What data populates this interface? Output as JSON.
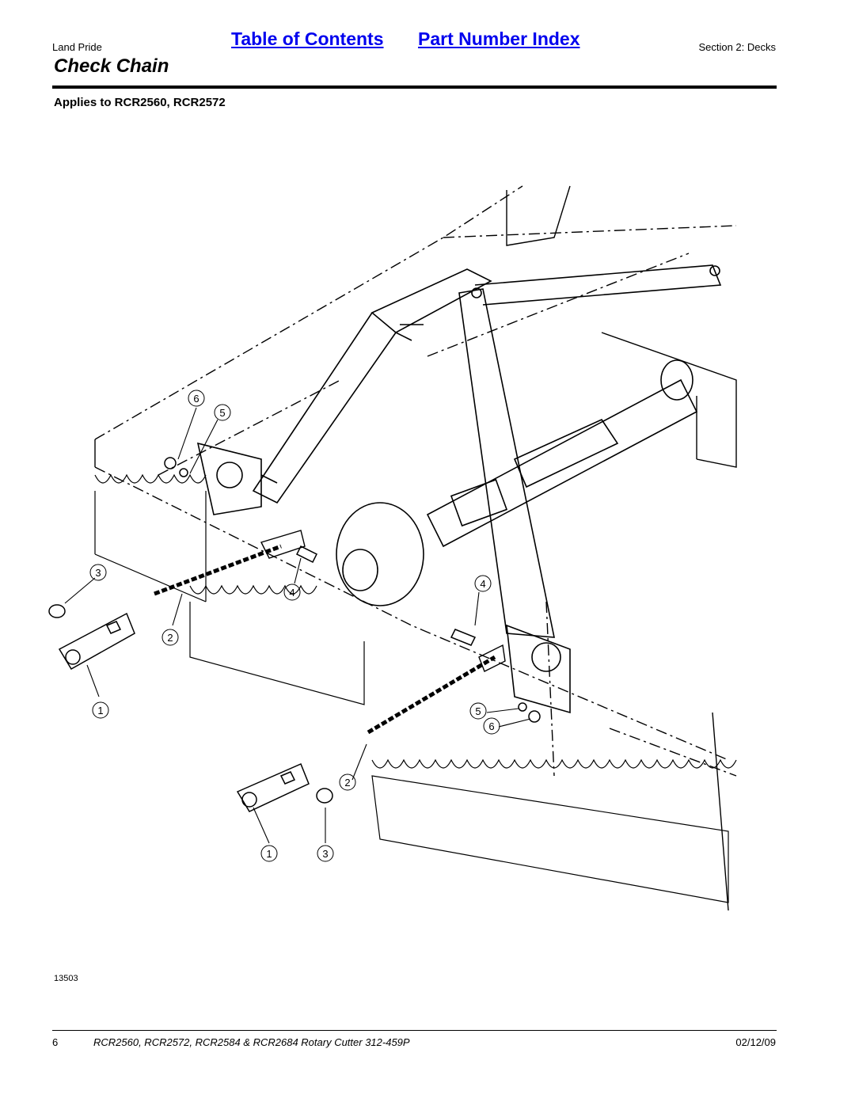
{
  "header": {
    "brand": "Land Pride",
    "toc_link": "Table of Contents",
    "index_link": "Part Number Index",
    "section": "Section 2: Decks"
  },
  "page": {
    "title": "Check Chain",
    "applies": "Applies to RCR2560, RCR2572"
  },
  "diagram": {
    "callouts": [
      "6",
      "5",
      "3",
      "2",
      "1",
      "4",
      "4",
      "5",
      "6",
      "2",
      "1",
      "3"
    ],
    "figure_number": "13503"
  },
  "footer": {
    "page_number": "6",
    "document": "RCR2560, RCR2572, RCR2584 & RCR2684 Rotary Cutter 312-459P",
    "date": "02/12/09"
  },
  "colors": {
    "link": "#0000ee",
    "text": "#000000"
  }
}
